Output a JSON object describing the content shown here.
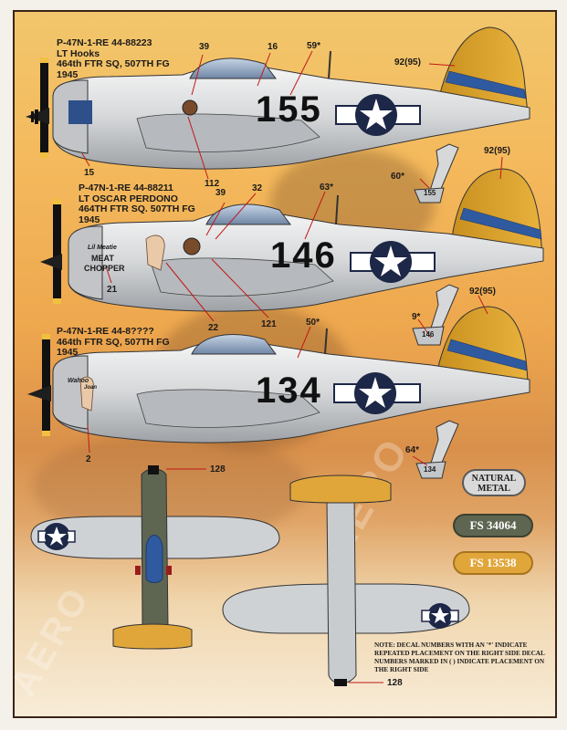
{
  "aircraft": [
    {
      "title": "P-47N-1-RE 44-88223",
      "pilot": "LT Hooks",
      "unit": "464th FTR SQ, 507TH FG",
      "year": "1945",
      "fuselage_code": "155",
      "fin_code": "155"
    },
    {
      "title": "P-47N-1-RE 44-88211",
      "pilot": "LT OSCAR PERDONO",
      "unit": "464TH FTR SQ. 507TH FG",
      "year": "1945",
      "fuselage_code": "146",
      "fin_code": "146",
      "nose_art": [
        "Lil Meatie",
        "MEAT",
        "CHOPPER"
      ]
    },
    {
      "title": "P-47N-1-RE 44-8????",
      "pilot": "",
      "unit": "464th FTR SQ, 507TH FG",
      "year": "1945",
      "fuselage_code": "134",
      "fin_code": "134",
      "nose_art": [
        "Wahoo",
        "Joan"
      ]
    }
  ],
  "callouts": {
    "a1_39": "39",
    "a1_16": "16",
    "a1_59": "59*",
    "a1_92": "92(95)",
    "a1_15": "15",
    "a1_112": "112",
    "a2_32": "32",
    "a2_39": "39",
    "a2_63": "63*",
    "a2_60": "60*",
    "a2_92": "92(95)",
    "a2_21": "21",
    "a2_22": "22",
    "a2_121": "121",
    "a3_50": "50*",
    "a3_9": "9*",
    "a3_92": "92(95)",
    "a3_64": "64*",
    "a3_2": "2",
    "top_128": "128",
    "bottom_128": "128"
  },
  "colors": {
    "natural_metal": "NATURAL METAL",
    "fs34064": "FS 34064",
    "fs13538": "FS 13538",
    "fs34064_hex": "#5e6652",
    "fs13538_hex": "#e1a63a",
    "natural_hex": "#d9d9d9"
  },
  "note": "NOTE: DECAL NUMBERS WITH AN '*' INDICATE REPEATED PLACEMENT ON THE RIGHT SIDE DECAL NUMBERS MARKED IN ( ) INDICATE PLACEMENT ON THE RIGHT SIDE",
  "watermark": "AERO"
}
